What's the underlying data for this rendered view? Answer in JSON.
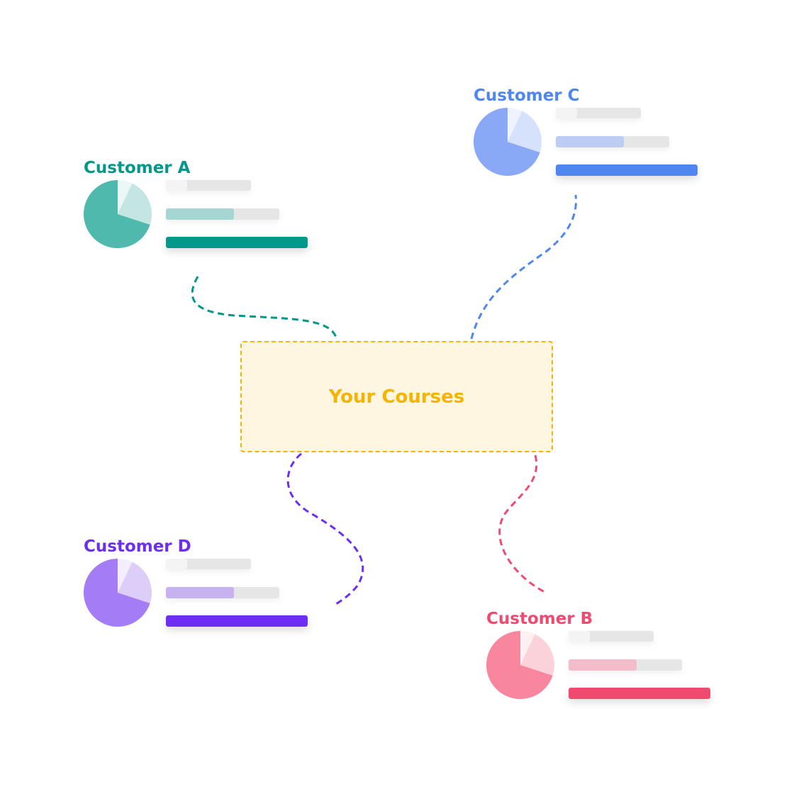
{
  "center": {
    "label": "Your Courses"
  },
  "customers": [
    {
      "id": "a",
      "name": "Customer A",
      "color": "#04988a",
      "light": "#4fb9ae",
      "pale": "#c3e6e2",
      "faint": "#ebf7f6",
      "pie": [
        0.7,
        0.23,
        0.07
      ],
      "bars": [
        {
          "fill": 0.25,
          "color": "#f4f4f4"
        },
        {
          "fill": 0.6,
          "color": "#a6d6d1"
        },
        {
          "fill": 1.0,
          "color": "#04988a"
        }
      ]
    },
    {
      "id": "b",
      "name": "Customer B",
      "color": "#f04a70",
      "light": "#f8869f",
      "pale": "#fbd1da",
      "faint": "#fdf0f3",
      "pie": [
        0.7,
        0.23,
        0.07
      ],
      "bars": [
        {
          "fill": 0.25,
          "color": "#f4f4f4"
        },
        {
          "fill": 0.6,
          "color": "#f3bccb"
        },
        {
          "fill": 1.0,
          "color": "#f04a70"
        }
      ]
    },
    {
      "id": "c",
      "name": "Customer C",
      "color": "#4f86f0",
      "light": "#89a9f6",
      "pale": "#d6e1fb",
      "faint": "#eef3fd",
      "pie": [
        0.7,
        0.23,
        0.07
      ],
      "bars": [
        {
          "fill": 0.25,
          "color": "#f4f4f4"
        },
        {
          "fill": 0.6,
          "color": "#bcccf3"
        },
        {
          "fill": 1.0,
          "color": "#4f86f0"
        }
      ]
    },
    {
      "id": "d",
      "name": "Customer D",
      "color": "#6e2ef2",
      "light": "#a47cf6",
      "pale": "#dccdf9",
      "faint": "#f3eefd",
      "pie": [
        0.7,
        0.23,
        0.07
      ],
      "bars": [
        {
          "fill": 0.25,
          "color": "#f4f4f4"
        },
        {
          "fill": 0.6,
          "color": "#c5b2ee"
        },
        {
          "fill": 1.0,
          "color": "#6e2ef2"
        }
      ]
    }
  ]
}
